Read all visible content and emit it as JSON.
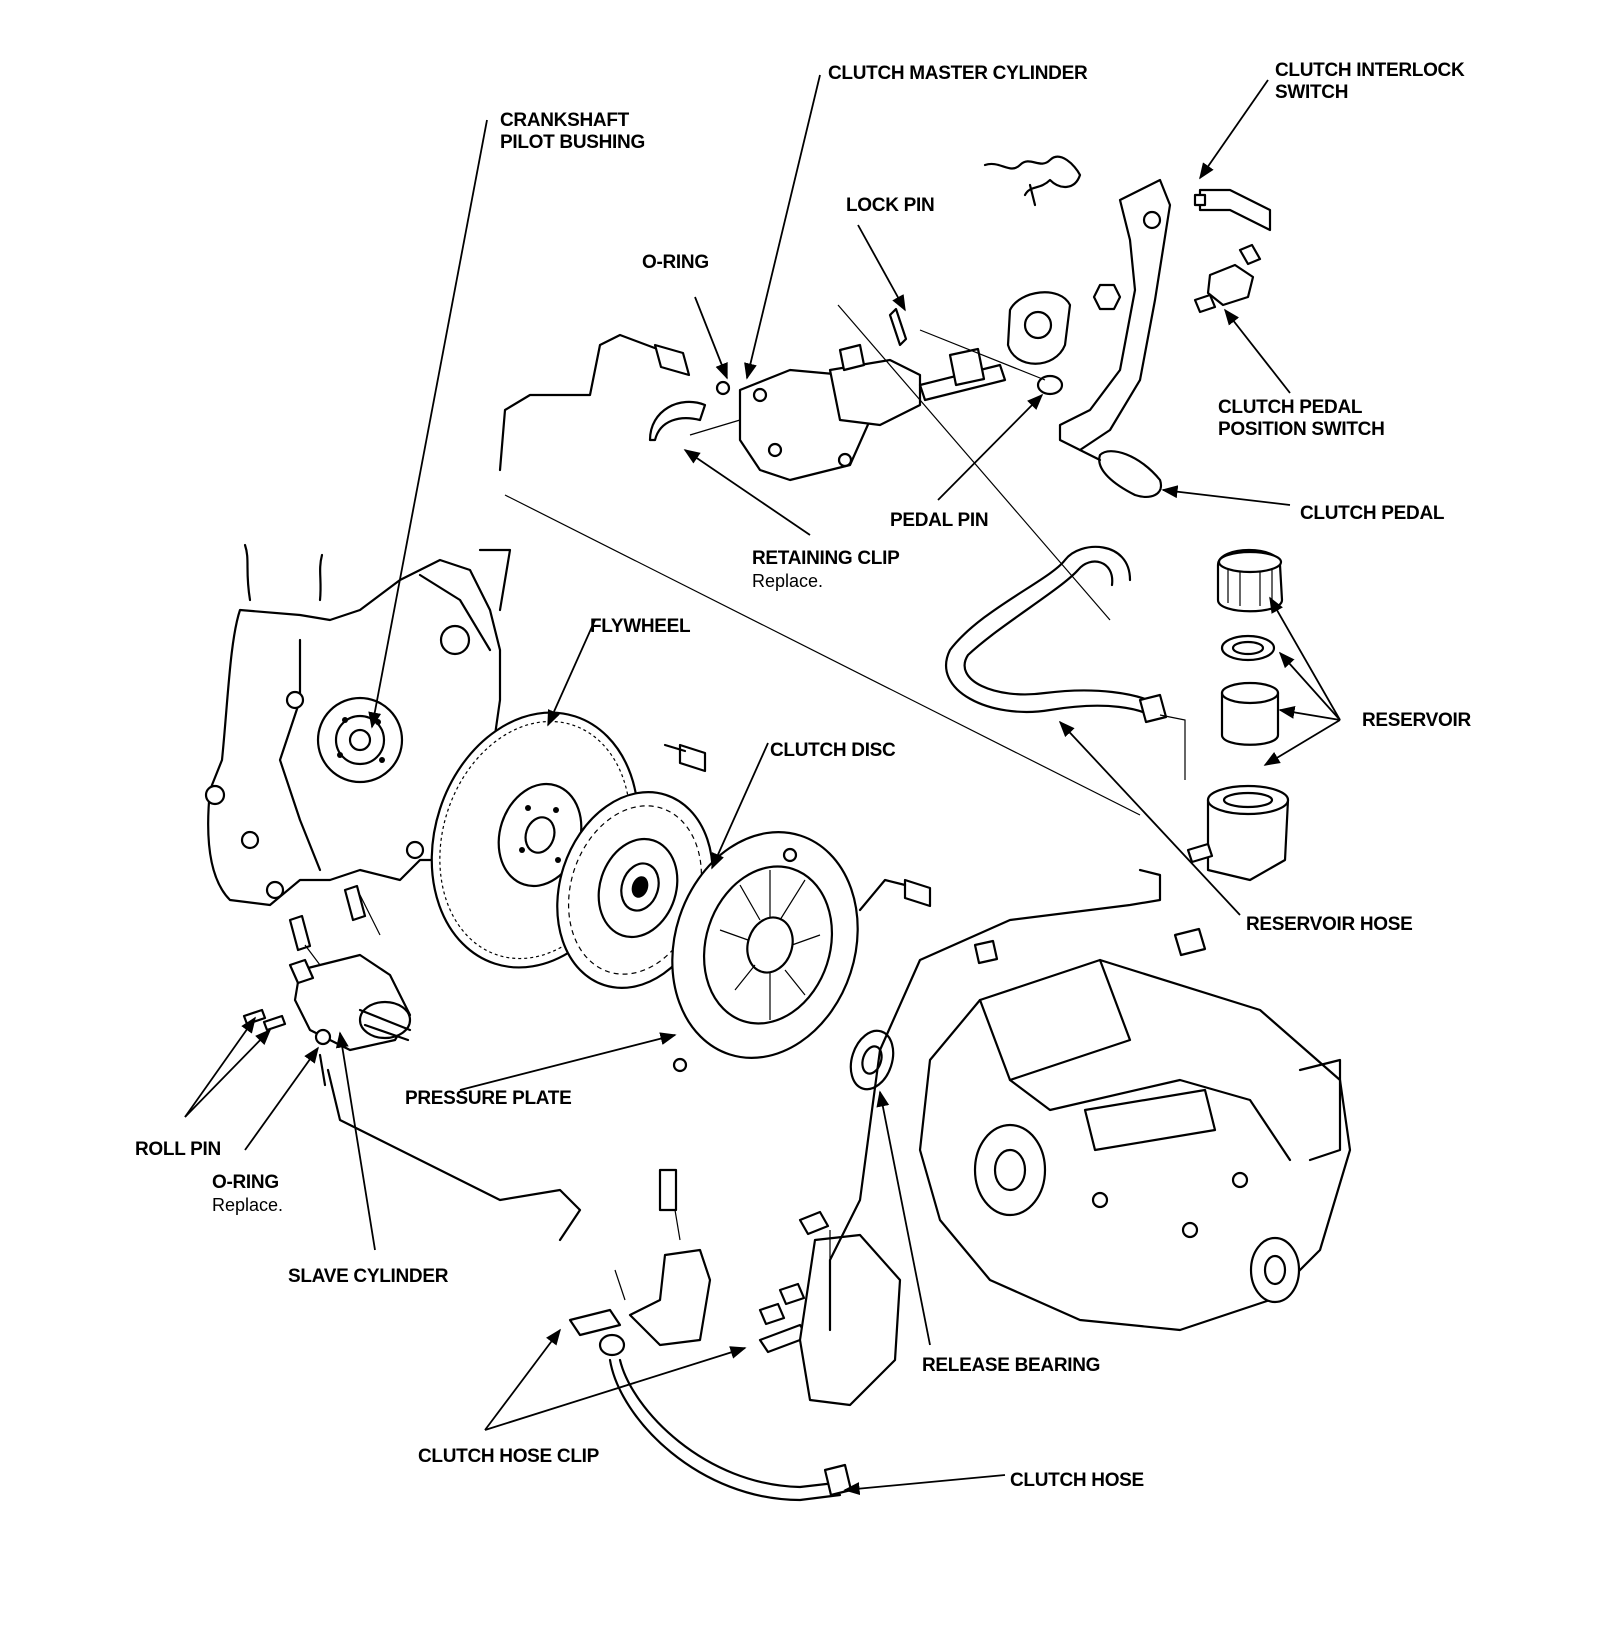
{
  "labels": {
    "crankshaft_pilot_bushing": [
      "CRANKSHAFT",
      "PILOT BUSHING"
    ],
    "clutch_master_cylinder": "CLUTCH MASTER CYLINDER",
    "clutch_interlock_switch": [
      "CLUTCH INTERLOCK",
      "SWITCH"
    ],
    "lock_pin": "LOCK PIN",
    "o_ring_top": "O-RING",
    "clutch_pedal_position_switch": [
      "CLUTCH PEDAL",
      "POSITION SWITCH"
    ],
    "pedal_pin": "PEDAL PIN",
    "clutch_pedal": "CLUTCH PEDAL",
    "retaining_clip": "RETAINING CLIP",
    "retaining_clip_note": "Replace.",
    "flywheel": "FLYWHEEL",
    "clutch_disc": "CLUTCH DISC",
    "reservoir": "RESERVOIR",
    "reservoir_hose": "RESERVOIR HOSE",
    "pressure_plate": "PRESSURE PLATE",
    "roll_pin": "ROLL PIN",
    "o_ring_bottom": "O-RING",
    "o_ring_bottom_note": "Replace.",
    "slave_cylinder": "SLAVE CYLINDER",
    "release_bearing": "RELEASE BEARING",
    "clutch_hose_clip": "CLUTCH HOSE CLIP",
    "clutch_hose": "CLUTCH HOSE"
  }
}
